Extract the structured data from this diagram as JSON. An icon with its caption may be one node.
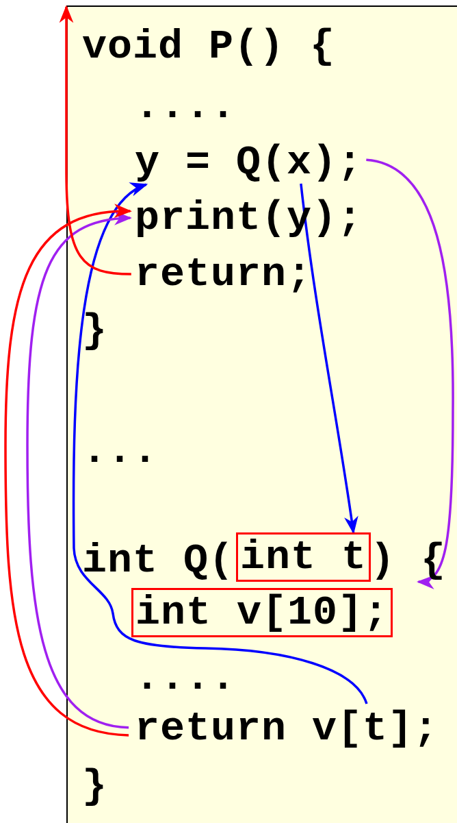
{
  "diagram": {
    "nodes": [
      {
        "text": [
          "y = Q(x);"
        ]
      },
      {
        "text": [
          "print(y);"
        ]
      },
      {
        "text": [
          "return;"
        ]
      },
      {
        "text": [
          "int t"
        ]
      },
      {
        "text": [
          ") {"
        ]
      },
      {
        "text": [
          "int v[10];"
        ]
      },
      {
        "text": [
          "return v[t];"
        ]
      }
    ],
    "edges": [
      {
        "from": 0,
        "to": 3,
        "arrow": "to",
        "color": "#0000ff"
      },
      {
        "from": 0,
        "to": 4,
        "arrow": "to",
        "color": "#a020f0"
      },
      {
        "from": 6,
        "to": 0,
        "arrow": "to",
        "color": "#0000ff"
      },
      {
        "from": 6,
        "to": 1,
        "arrow": "to",
        "color": "#a020f0"
      },
      {
        "from": 6,
        "to": 1,
        "arrow": "to",
        "color": "#ff0000"
      },
      {
        "from": 2,
        "to": null,
        "arrow": "to",
        "color": "#ff0000"
      }
    ],
    "labels": [
      "void P() {",
      "....",
      "}",
      "...",
      "int Q(",
      "....",
      "}"
    ]
  }
}
